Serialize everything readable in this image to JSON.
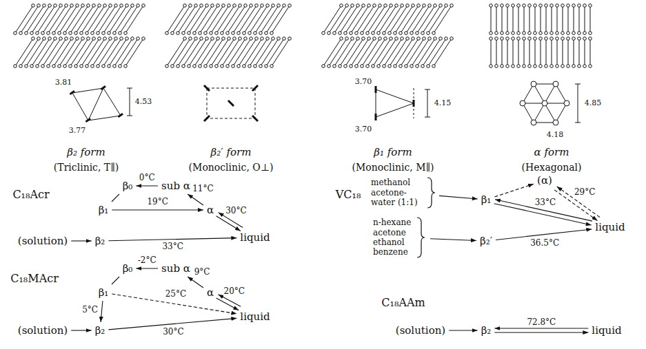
{
  "diagram": {
    "nodes": [
      {
        "text": [
          "β₀"
        ]
      },
      {
        "text": [
          "sub α"
        ]
      },
      {
        "text": [
          "β₁"
        ]
      },
      {
        "text": [
          "α"
        ]
      },
      {
        "text": [
          "liquid"
        ]
      },
      {
        "text": [
          "(solution)"
        ]
      },
      {
        "text": [
          "β₂"
        ]
      },
      {
        "text": [
          "β₀"
        ]
      },
      {
        "text": [
          "sub α"
        ]
      },
      {
        "text": [
          "β₁"
        ]
      },
      {
        "text": [
          "α"
        ]
      },
      {
        "text": [
          "liquid"
        ]
      },
      {
        "text": [
          "(solution)"
        ]
      },
      {
        "text": [
          "β₂"
        ]
      },
      {
        "text": [
          "methanol acetone- water (1:1)"
        ]
      },
      {
        "text": [
          "n-hexane acetone ethanol benzene"
        ]
      },
      {
        "text": [
          "β₁"
        ]
      },
      {
        "text": [
          "(α)"
        ]
      },
      {
        "text": [
          "liquid"
        ]
      },
      {
        "text": [
          "β₂′"
        ]
      },
      {
        "text": [
          "(solution)"
        ]
      },
      {
        "text": [
          "β₂"
        ]
      },
      {
        "text": [
          "liquid"
        ]
      }
    ],
    "edges": [
      {
        "from": 1,
        "to": 0,
        "arrow": "to",
        "label": "0°C"
      },
      {
        "from": 3,
        "to": 1,
        "arrow": "to",
        "label": "11°C"
      },
      {
        "from": 0,
        "to": 2,
        "arrow": "none"
      },
      {
        "from": 2,
        "to": 3,
        "arrow": "to",
        "label": "19°C"
      },
      {
        "from": 3,
        "to": 4,
        "arrow": "to",
        "label": "30°C"
      },
      {
        "from": 4,
        "to": 3,
        "arrow": "to"
      },
      {
        "from": 5,
        "to": 6,
        "arrow": "to"
      },
      {
        "from": 6,
        "to": 4,
        "arrow": "to",
        "label": "33°C"
      },
      {
        "from": 8,
        "to": 7,
        "arrow": "to",
        "label": "-2°C"
      },
      {
        "from": 10,
        "to": 8,
        "arrow": "to",
        "label": "9°C"
      },
      {
        "from": 7,
        "to": 9,
        "arrow": "none"
      },
      {
        "from": 10,
        "to": 11,
        "arrow": "to",
        "label": "20°C"
      },
      {
        "from": 11,
        "to": 10,
        "arrow": "to"
      },
      {
        "from": 9,
        "to": 11,
        "arrow": "to",
        "label": "25°C"
      },
      {
        "from": 9,
        "to": 13,
        "arrow": "to",
        "label": "5°C"
      },
      {
        "from": 12,
        "to": 13,
        "arrow": "to"
      },
      {
        "from": 13,
        "to": 11,
        "arrow": "to",
        "label": "30°C"
      },
      {
        "from": 14,
        "to": 16,
        "arrow": "to"
      },
      {
        "from": 15,
        "to": 19,
        "arrow": "to"
      },
      {
        "from": 16,
        "to": 17,
        "arrow": "to"
      },
      {
        "from": 17,
        "to": 18,
        "arrow": "to",
        "label": "29°C"
      },
      {
        "from": 18,
        "to": 17,
        "arrow": "to"
      },
      {
        "from": 16,
        "to": 18,
        "arrow": "to",
        "label": "33°C"
      },
      {
        "from": 18,
        "to": 16,
        "arrow": "to"
      },
      {
        "from": 19,
        "to": 18,
        "arrow": "to",
        "label": "36.5°C"
      },
      {
        "from": 20,
        "to": 21,
        "arrow": "to"
      },
      {
        "from": 21,
        "to": 22,
        "arrow": "to",
        "label": "72.8°C"
      },
      {
        "from": 22,
        "to": 21,
        "arrow": "to"
      }
    ],
    "labels": [
      "β₂ form",
      "(Triclinic, T∥)",
      "3.81",
      "3.77",
      "4.53",
      "β₂′ form",
      "(Monoclinic, O⊥)",
      "β₁ form",
      "(Monoclinic, M∥)",
      "3.70",
      "4.15",
      "3.70",
      "α form",
      "(Hexagonal)",
      "4.85",
      "4.18",
      "C₁₈Acr",
      "C₁₈MAcr",
      "VC₁₈",
      "C₁₈AAm"
    ]
  }
}
